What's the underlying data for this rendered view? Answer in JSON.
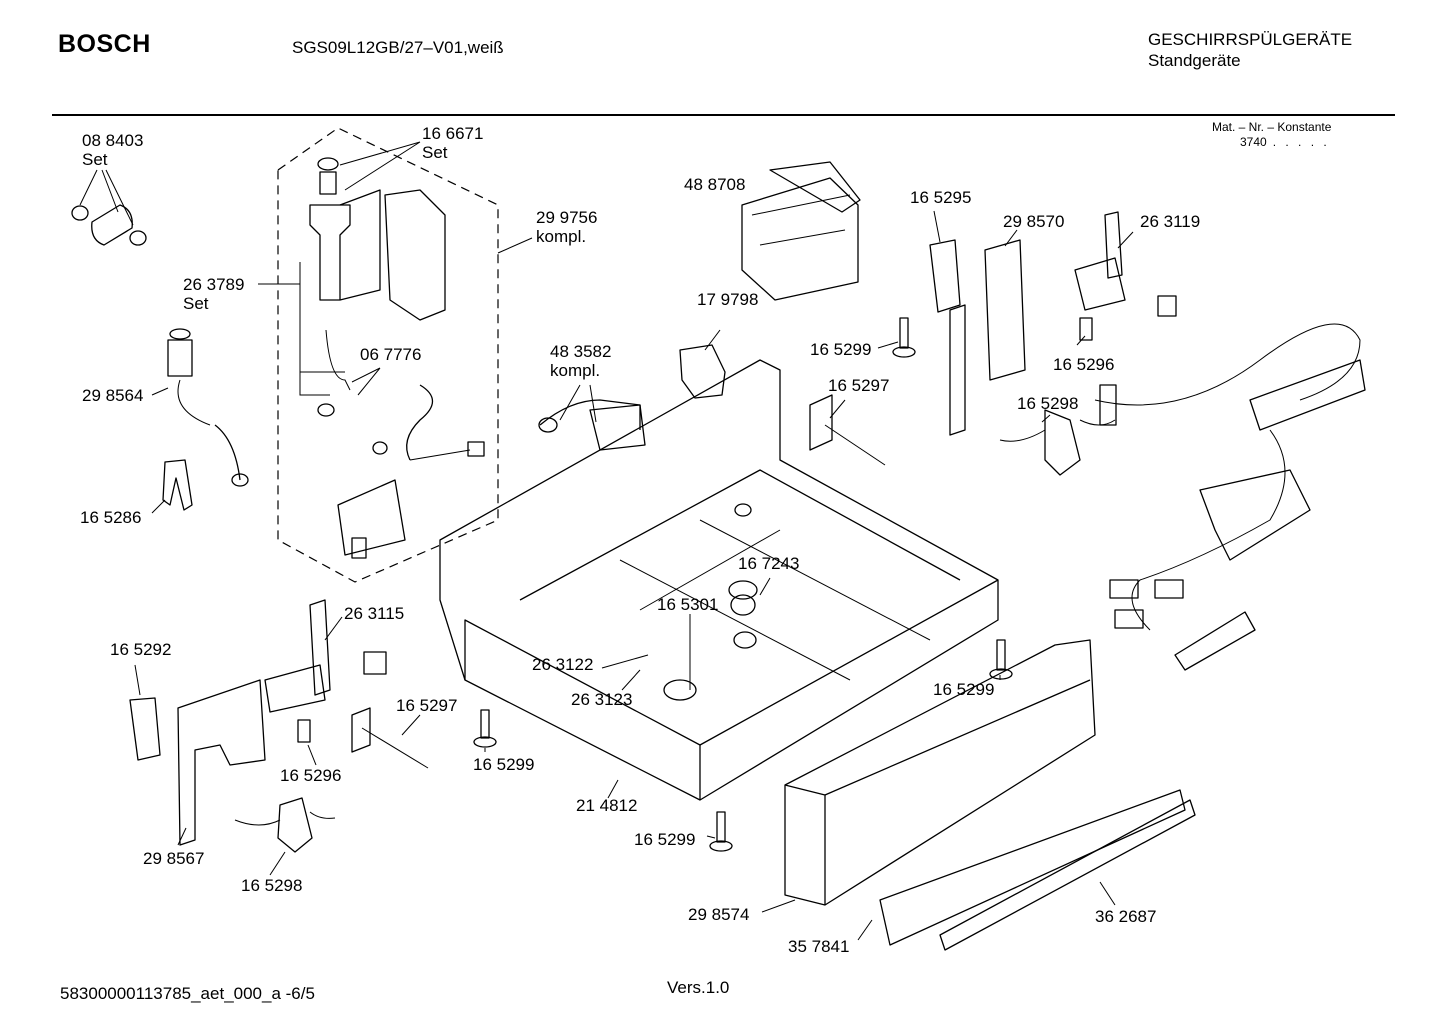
{
  "header": {
    "brand": "BOSCH",
    "model": "SGS09L12GB/27–V01,weiß",
    "category": "GESCHIRRSPÜLGERÄTE",
    "subcategory": "Standgeräte"
  },
  "material_box": {
    "label": "Mat. – Nr. – Konstante",
    "value": "3740",
    "dots": ". . . . ."
  },
  "parts": [
    {
      "id": "p088403",
      "number": "08 8403",
      "note": "Set"
    },
    {
      "id": "p166671",
      "number": "16 6671",
      "note": "Set"
    },
    {
      "id": "p299756",
      "number": "29 9756",
      "note": "kompl."
    },
    {
      "id": "p263789",
      "number": "26 3789",
      "note": "Set"
    },
    {
      "id": "p067776",
      "number": "06 7776",
      "note": ""
    },
    {
      "id": "p298564",
      "number": "29 8564",
      "note": ""
    },
    {
      "id": "p165286",
      "number": "16 5286",
      "note": ""
    },
    {
      "id": "p488708",
      "number": "48 8708",
      "note": ""
    },
    {
      "id": "p179798",
      "number": "17 9798",
      "note": ""
    },
    {
      "id": "p483582",
      "number": "48 3582",
      "note": "kompl."
    },
    {
      "id": "p165295",
      "number": "16 5295",
      "note": ""
    },
    {
      "id": "p298570",
      "number": "29 8570",
      "note": ""
    },
    {
      "id": "p263119",
      "number": "26 3119",
      "note": ""
    },
    {
      "id": "p165299a",
      "number": "16 5299",
      "note": ""
    },
    {
      "id": "p165297a",
      "number": "16 5297",
      "note": ""
    },
    {
      "id": "p165296a",
      "number": "16 5296",
      "note": ""
    },
    {
      "id": "p165298a",
      "number": "16 5298",
      "note": ""
    },
    {
      "id": "p167243",
      "number": "16 7243",
      "note": ""
    },
    {
      "id": "p165301",
      "number": "16 5301",
      "note": ""
    },
    {
      "id": "p263115",
      "number": "26 3115",
      "note": ""
    },
    {
      "id": "p165292",
      "number": "16 5292",
      "note": ""
    },
    {
      "id": "p263122",
      "number": "26 3122",
      "note": ""
    },
    {
      "id": "p263123",
      "number": "26 3123",
      "note": ""
    },
    {
      "id": "p165297b",
      "number": "16 5297",
      "note": ""
    },
    {
      "id": "p165299b",
      "number": "16 5299",
      "note": ""
    },
    {
      "id": "p165299c",
      "number": "16 5299",
      "note": ""
    },
    {
      "id": "p165296b",
      "number": "16 5296",
      "note": ""
    },
    {
      "id": "p214812",
      "number": "21 4812",
      "note": ""
    },
    {
      "id": "p298567",
      "number": "29 8567",
      "note": ""
    },
    {
      "id": "p165298b",
      "number": "16 5298",
      "note": ""
    },
    {
      "id": "p165299d",
      "number": "16 5299",
      "note": ""
    },
    {
      "id": "p298574",
      "number": "29 8574",
      "note": ""
    },
    {
      "id": "p357841",
      "number": "35 7841",
      "note": ""
    },
    {
      "id": "p362687",
      "number": "36 2687",
      "note": ""
    }
  ],
  "footer": {
    "doc_id": "58300000113785_aet_000_a   -6/5",
    "version": "Vers.1.0"
  }
}
